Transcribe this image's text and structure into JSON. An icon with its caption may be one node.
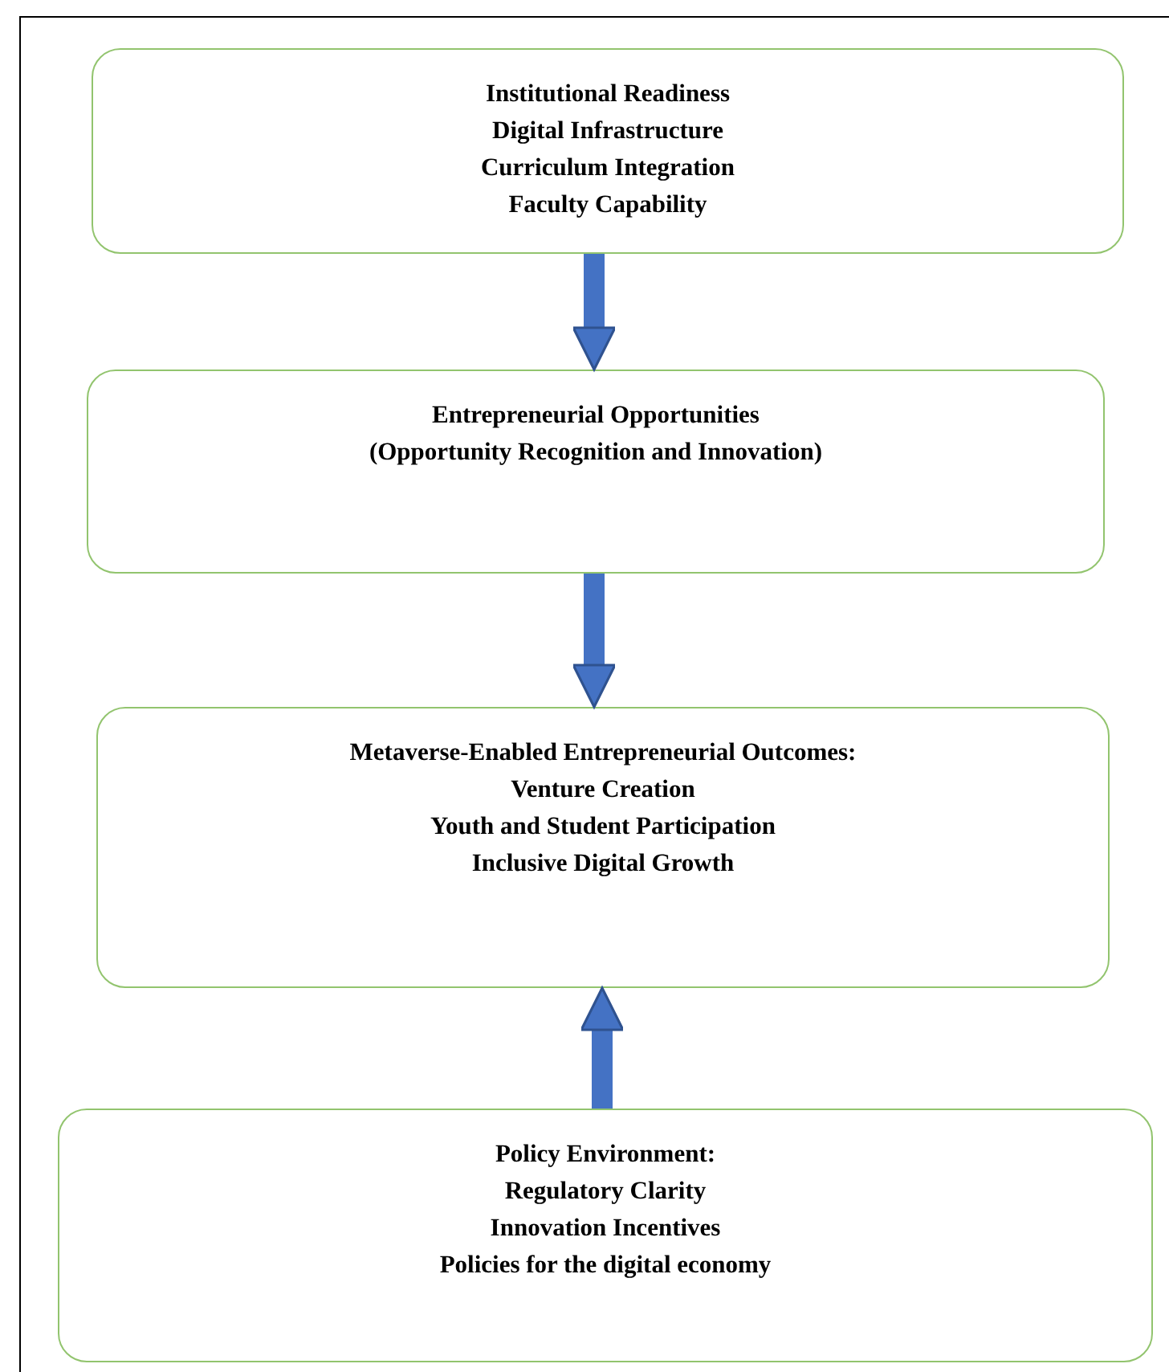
{
  "diagram": {
    "nodes": [
      {
        "text": [
          "Institutional Readiness",
          "Digital Infrastructure",
          "Curriculum Integration",
          "Faculty Capability"
        ]
      },
      {
        "text": [
          "Entrepreneurial Opportunities",
          "(Opportunity Recognition and Innovation)"
        ]
      },
      {
        "text": [
          "Metaverse-Enabled Entrepreneurial Outcomes:",
          "Venture Creation",
          "Youth and Student Participation",
          "Inclusive Digital Growth"
        ]
      },
      {
        "text": [
          "Policy Environment:",
          "Regulatory Clarity",
          "Innovation Incentives",
          "Policies for the digital economy"
        ]
      }
    ],
    "edges": [
      {
        "from": 0,
        "to": 1,
        "arrow": "to"
      },
      {
        "from": 1,
        "to": 2,
        "arrow": "to"
      },
      {
        "from": 3,
        "to": 2,
        "arrow": "to"
      }
    ]
  }
}
